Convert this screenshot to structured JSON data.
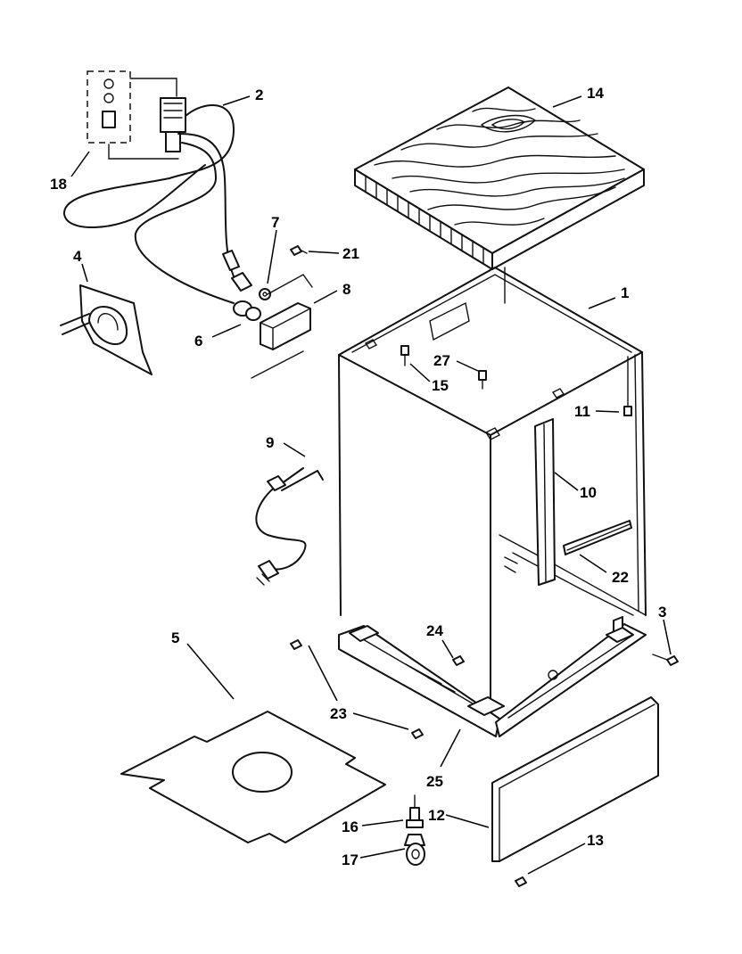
{
  "callouts": [
    {
      "id": "14",
      "part": "countertop"
    },
    {
      "id": "2",
      "part": "inlet-valve-hose-assembly"
    },
    {
      "id": "18",
      "part": "valve-fitting-kit"
    },
    {
      "id": "4",
      "part": "drain-hose-bracket"
    },
    {
      "id": "7",
      "part": "washer"
    },
    {
      "id": "21",
      "part": "screw"
    },
    {
      "id": "8",
      "part": "junction-box"
    },
    {
      "id": "6",
      "part": "hose-nut"
    },
    {
      "id": "1",
      "part": "cabinet"
    },
    {
      "id": "27",
      "part": "screw"
    },
    {
      "id": "15",
      "part": "screw"
    },
    {
      "id": "11",
      "part": "screw"
    },
    {
      "id": "9",
      "part": "wire-harness"
    },
    {
      "id": "10",
      "part": "side-brace"
    },
    {
      "id": "22",
      "part": "rear-brace"
    },
    {
      "id": "5",
      "part": "floor-pad"
    },
    {
      "id": "24",
      "part": "screw"
    },
    {
      "id": "3",
      "part": "screw"
    },
    {
      "id": "23",
      "part": "screw"
    },
    {
      "id": "25",
      "part": "base"
    },
    {
      "id": "16",
      "part": "caster-stem"
    },
    {
      "id": "12",
      "part": "toe-panel"
    },
    {
      "id": "13",
      "part": "screw"
    },
    {
      "id": "17",
      "part": "caster"
    }
  ]
}
